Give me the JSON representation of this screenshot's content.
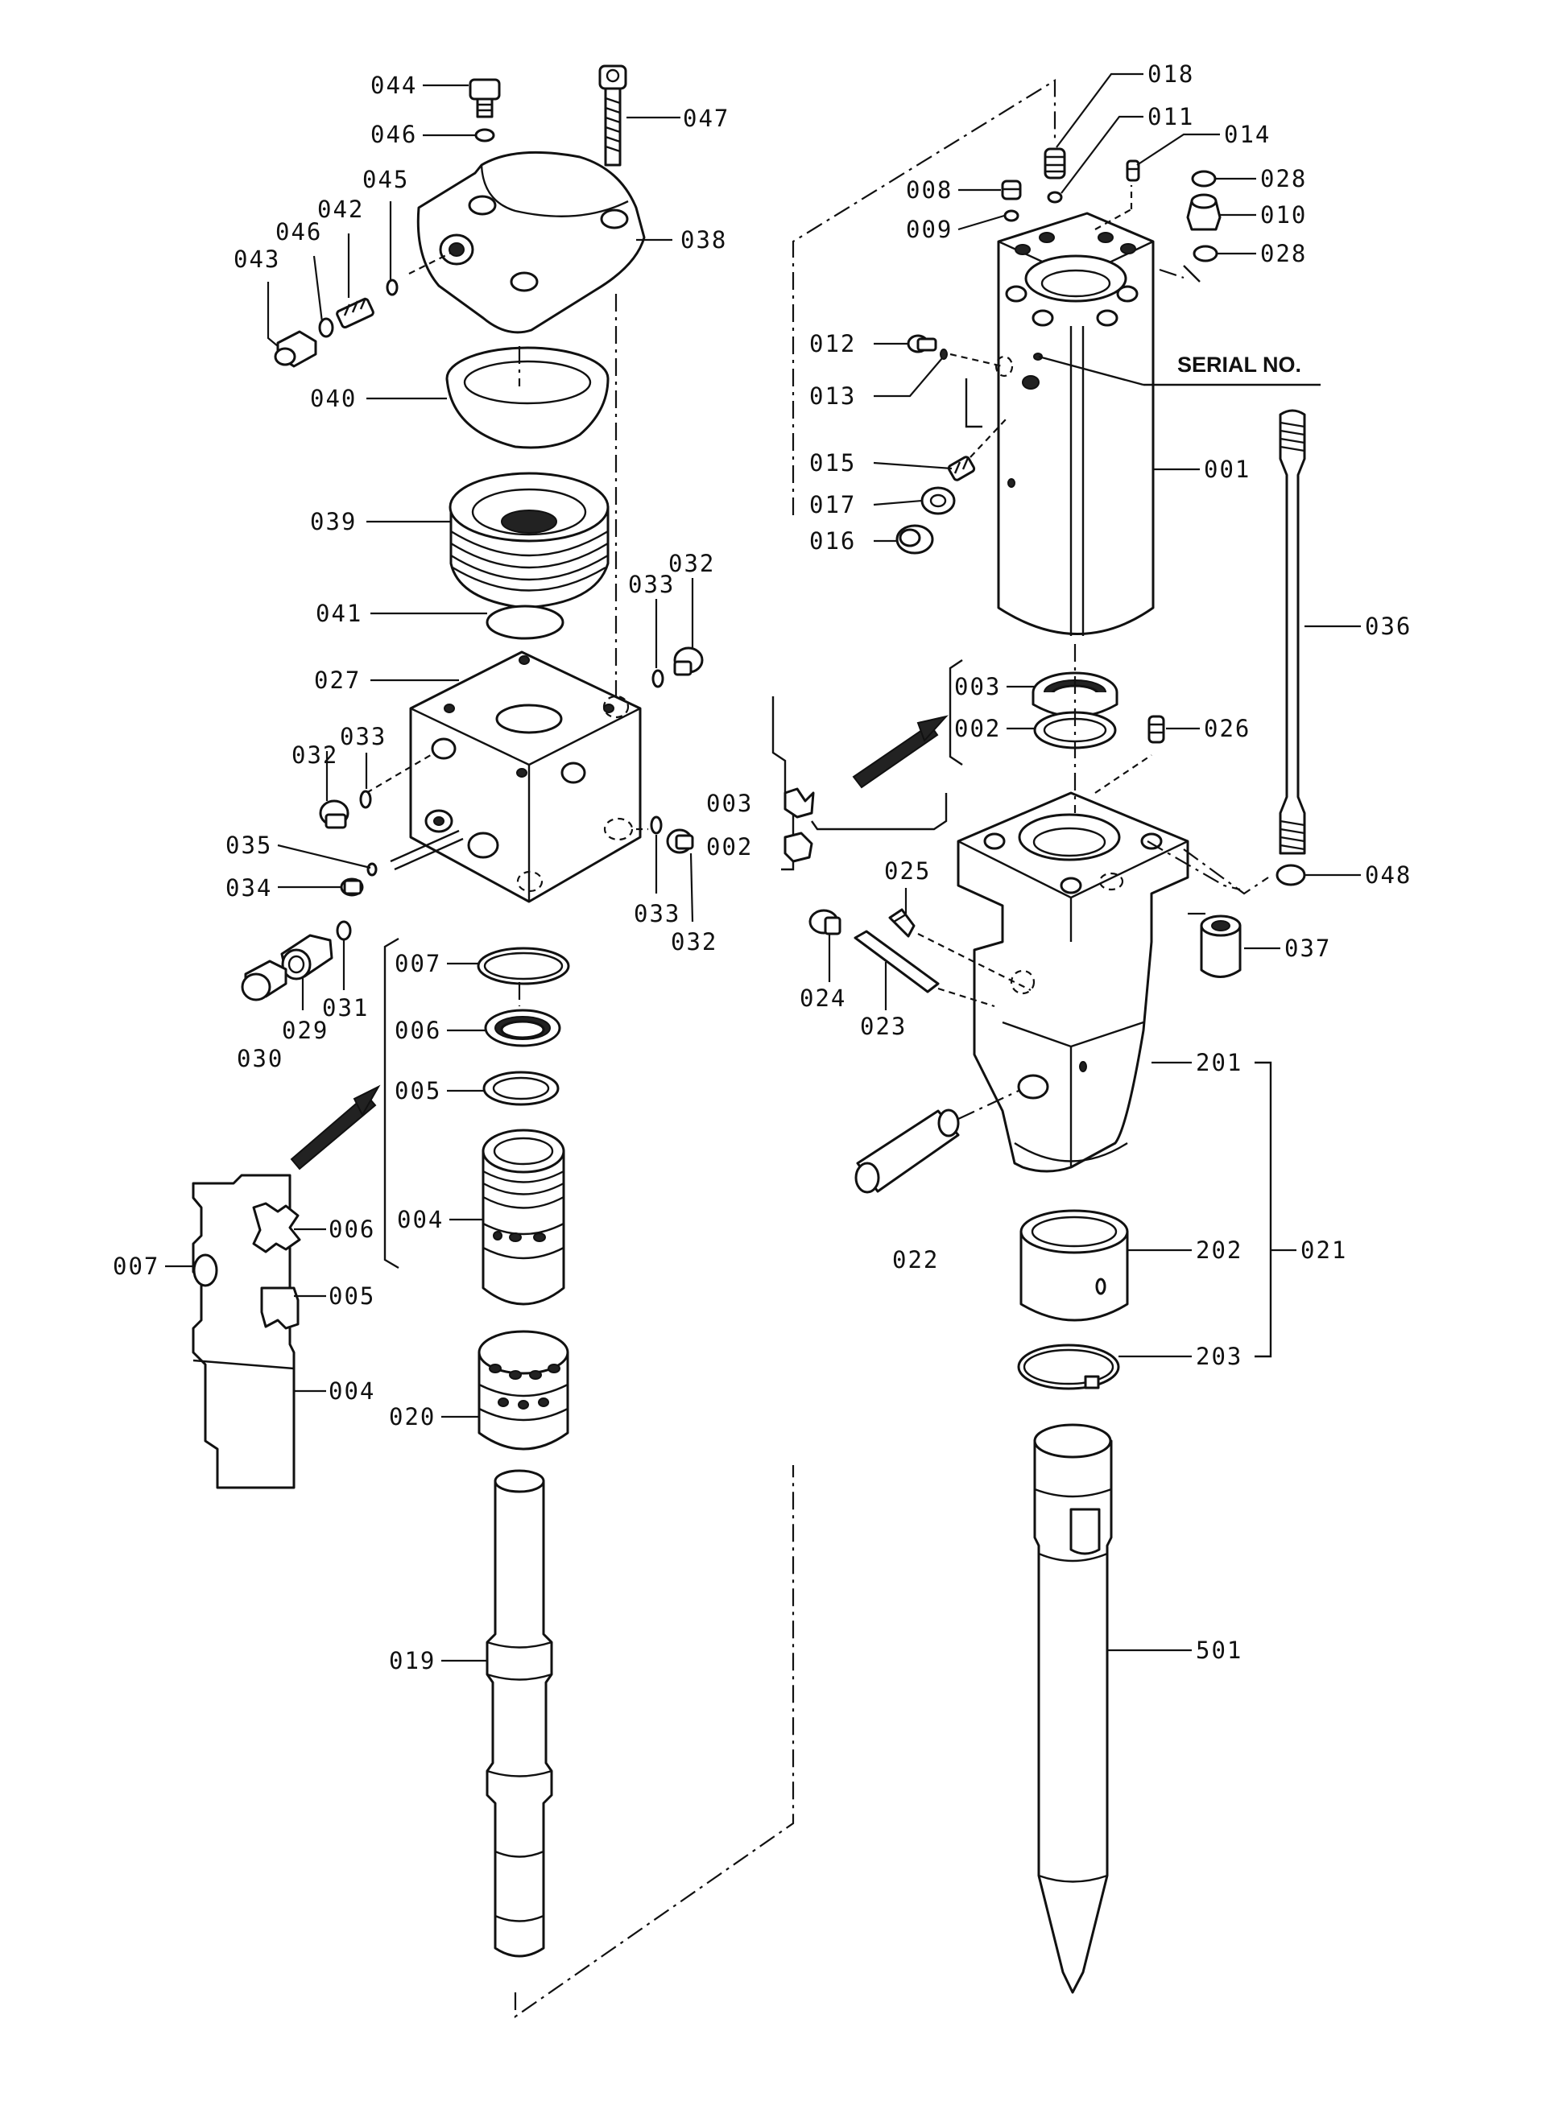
{
  "serial_label": "SERIAL NO.",
  "parts": {
    "p001": "001",
    "p002": "002",
    "p003": "003",
    "p004": "004",
    "p005": "005",
    "p006": "006",
    "p007": "007",
    "p008": "008",
    "p009": "009",
    "p010": "010",
    "p011": "011",
    "p012": "012",
    "p013": "013",
    "p014": "014",
    "p015": "015",
    "p016": "016",
    "p017": "017",
    "p018": "018",
    "p019": "019",
    "p020": "020",
    "p021": "021",
    "p022": "022",
    "p023": "023",
    "p024": "024",
    "p025": "025",
    "p026": "026",
    "p027": "027",
    "p028": "028",
    "p029": "029",
    "p030": "030",
    "p031": "031",
    "p032": "032",
    "p033": "033",
    "p034": "034",
    "p035": "035",
    "p036": "036",
    "p037": "037",
    "p038": "038",
    "p039": "039",
    "p040": "040",
    "p041": "041",
    "p042": "042",
    "p043": "043",
    "p044": "044",
    "p045": "045",
    "p046": "046",
    "p047": "047",
    "p048": "048",
    "p201": "201",
    "p202": "202",
    "p203": "203",
    "p501": "501"
  }
}
